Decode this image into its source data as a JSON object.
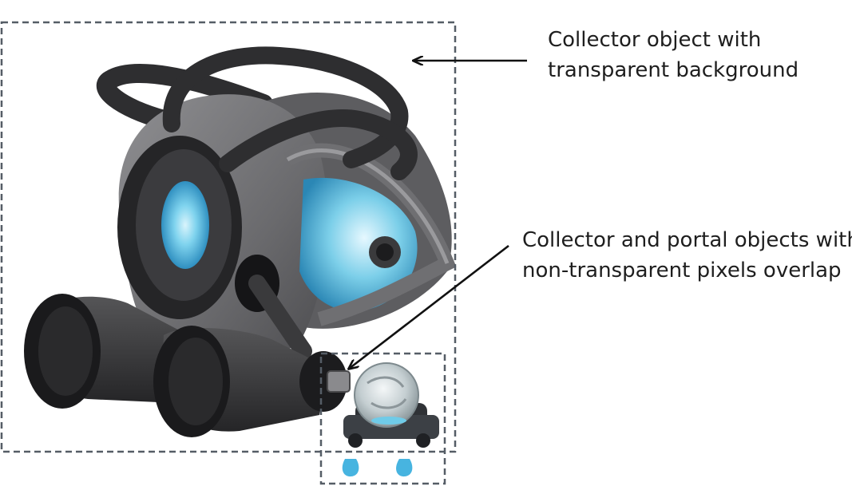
{
  "annotations": {
    "collector": {
      "line1": "Collector object with",
      "line2": "transparent background"
    },
    "overlap": {
      "line1": "Collector and portal objects with",
      "line2": "non-transparent pixels overlap"
    }
  },
  "colors": {
    "bounding_box_stroke": "#555d66",
    "arrow": "#111111",
    "robot_body_gray": "#6e6e70",
    "robot_dark": "#2e2e30",
    "lens_blue": "#5fc6e6",
    "portal_glass": "#c9d3d6",
    "portal_feet_blue": "#47b4e0"
  },
  "icons": {
    "collector": "collector-robot-icon",
    "portal": "portal-globe-icon"
  }
}
